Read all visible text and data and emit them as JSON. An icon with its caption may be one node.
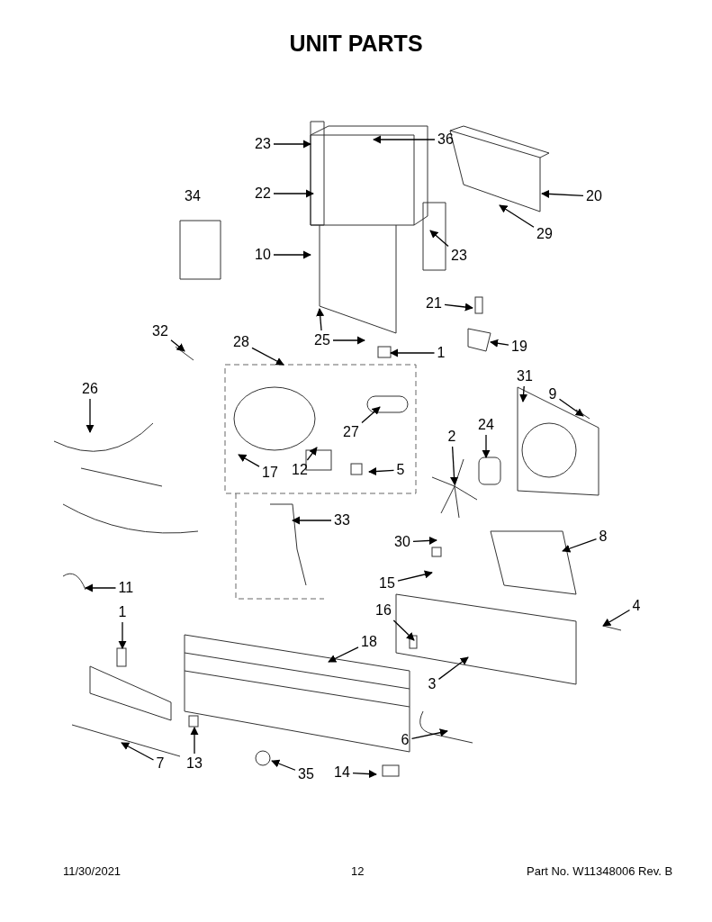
{
  "diagram": {
    "title": "UNIT PARTS",
    "nodes": [
      {
        "text": [
          "23"
        ]
      },
      {
        "text": [
          "36"
        ]
      },
      {
        "text": [
          "22"
        ]
      },
      {
        "text": [
          "20"
        ]
      },
      {
        "text": [
          "29"
        ]
      },
      {
        "text": [
          "10"
        ]
      },
      {
        "text": [
          "23"
        ]
      },
      {
        "text": [
          "21"
        ]
      },
      {
        "text": [
          "25"
        ]
      },
      {
        "text": [
          "28"
        ]
      },
      {
        "text": [
          "32"
        ]
      },
      {
        "text": [
          "1"
        ]
      },
      {
        "text": [
          "19"
        ]
      },
      {
        "text": [
          "31"
        ]
      },
      {
        "text": [
          "9"
        ]
      },
      {
        "text": [
          "26"
        ]
      },
      {
        "text": [
          "24"
        ]
      },
      {
        "text": [
          "2"
        ]
      },
      {
        "text": [
          "27"
        ]
      },
      {
        "text": [
          "12"
        ]
      },
      {
        "text": [
          "5"
        ]
      },
      {
        "text": [
          "17"
        ]
      },
      {
        "text": [
          "33"
        ]
      },
      {
        "text": [
          "8"
        ]
      },
      {
        "text": [
          "30"
        ]
      },
      {
        "text": [
          "15"
        ]
      },
      {
        "text": [
          "11"
        ]
      },
      {
        "text": [
          "4"
        ]
      },
      {
        "text": [
          "1"
        ]
      },
      {
        "text": [
          "16"
        ]
      },
      {
        "text": [
          "18"
        ]
      },
      {
        "text": [
          "3"
        ]
      },
      {
        "text": [
          "6"
        ]
      },
      {
        "text": [
          "7"
        ]
      },
      {
        "text": [
          "13"
        ]
      },
      {
        "text": [
          "14"
        ]
      },
      {
        "text": [
          "35"
        ]
      }
    ],
    "edges": [
      {
        "from": 0,
        "to": null,
        "arrow": "to"
      },
      {
        "from": 1,
        "to": null,
        "arrow": "to"
      },
      {
        "from": 2,
        "to": null,
        "arrow": "to"
      },
      {
        "from": 3,
        "to": null,
        "arrow": "to"
      },
      {
        "from": 4,
        "to": null,
        "arrow": "to"
      },
      {
        "from": 5,
        "to": null,
        "arrow": "to"
      },
      {
        "from": 6,
        "to": null,
        "arrow": "to"
      },
      {
        "from": 7,
        "to": null,
        "arrow": "to"
      },
      {
        "from": 8,
        "to": null,
        "arrow": "to"
      },
      {
        "from": 8,
        "to": null,
        "arrow": "to"
      },
      {
        "from": 9,
        "to": null,
        "arrow": "to"
      },
      {
        "from": 10,
        "to": null,
        "arrow": "to"
      },
      {
        "from": 11,
        "to": null,
        "arrow": "to"
      },
      {
        "from": 12,
        "to": null,
        "arrow": "to"
      },
      {
        "from": 13,
        "to": null,
        "arrow": "to"
      },
      {
        "from": 14,
        "to": null,
        "arrow": "to"
      },
      {
        "from": 15,
        "to": null,
        "arrow": "to"
      },
      {
        "from": 16,
        "to": null,
        "arrow": "to"
      },
      {
        "from": 17,
        "to": null,
        "arrow": "to"
      },
      {
        "from": 18,
        "to": null,
        "arrow": "to"
      },
      {
        "from": 19,
        "to": null,
        "arrow": "to"
      },
      {
        "from": 20,
        "to": null,
        "arrow": "to"
      },
      {
        "from": 21,
        "to": null,
        "arrow": "to"
      },
      {
        "from": 22,
        "to": null,
        "arrow": "to"
      },
      {
        "from": 23,
        "to": null,
        "arrow": "to"
      },
      {
        "from": 24,
        "to": null,
        "arrow": "to"
      },
      {
        "from": 25,
        "to": null,
        "arrow": "to"
      },
      {
        "from": 26,
        "to": null,
        "arrow": "to"
      },
      {
        "from": 27,
        "to": null,
        "arrow": "to"
      },
      {
        "from": 28,
        "to": null,
        "arrow": "to"
      },
      {
        "from": 29,
        "to": null,
        "arrow": "to"
      },
      {
        "from": 30,
        "to": null,
        "arrow": "to"
      },
      {
        "from": 31,
        "to": null,
        "arrow": "to"
      },
      {
        "from": 32,
        "to": null,
        "arrow": "to"
      },
      {
        "from": 33,
        "to": null,
        "arrow": "to"
      },
      {
        "from": 34,
        "to": null,
        "arrow": "to"
      },
      {
        "from": 35,
        "to": null,
        "arrow": "to"
      },
      {
        "from": 36,
        "to": null,
        "arrow": "to"
      }
    ],
    "labels": [
      "34",
      "11/30/2021",
      "12",
      "Part No. W11348006  Rev. B"
    ]
  }
}
